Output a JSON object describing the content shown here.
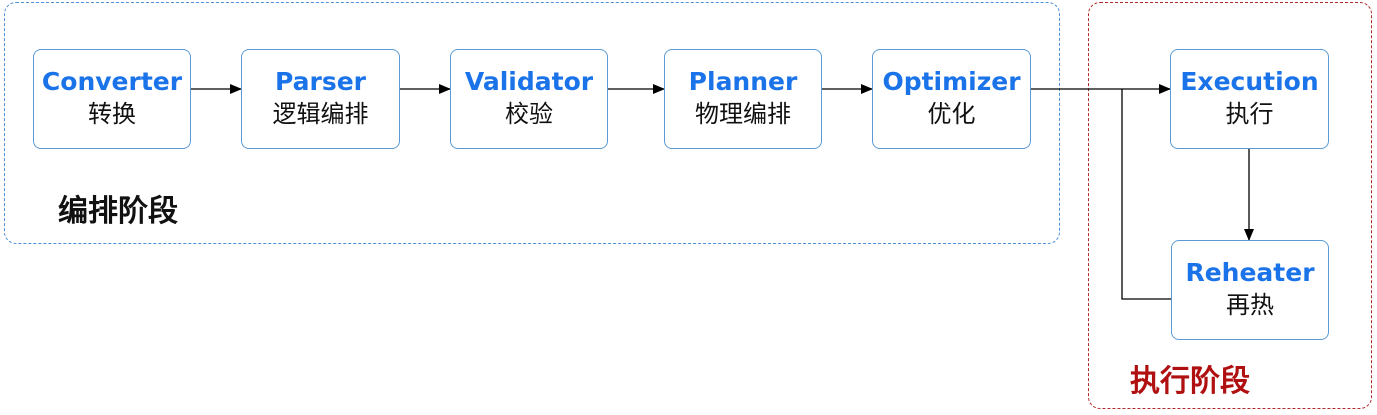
{
  "stages": {
    "orchestration": {
      "label": "编排阶段",
      "border_color": "#4e8fd8",
      "label_color": "#111111"
    },
    "execution": {
      "label": "执行阶段",
      "border_color": "#b02a2a",
      "label_color": "#b01010"
    }
  },
  "nodes": {
    "converter": {
      "title": "Converter",
      "subtitle": "转换"
    },
    "parser": {
      "title": "Parser",
      "subtitle": "逻辑编排"
    },
    "validator": {
      "title": "Validator",
      "subtitle": "校验"
    },
    "planner": {
      "title": "Planner",
      "subtitle": "物理编排"
    },
    "optimizer": {
      "title": "Optimizer",
      "subtitle": "优化"
    },
    "execution": {
      "title": "Execution",
      "subtitle": "执行"
    },
    "reheater": {
      "title": "Reheater",
      "subtitle": "再热"
    }
  },
  "edges": [
    {
      "from": "Converter",
      "to": "Parser"
    },
    {
      "from": "Parser",
      "to": "Validator"
    },
    {
      "from": "Validator",
      "to": "Planner"
    },
    {
      "from": "Planner",
      "to": "Optimizer"
    },
    {
      "from": "Optimizer",
      "to": "Execution"
    },
    {
      "from": "Execution",
      "to": "Reheater"
    },
    {
      "from": "Reheater",
      "to": "Execution"
    }
  ],
  "colors": {
    "node_title": "#1a73e8",
    "node_border": "#5b9bd5",
    "connector": "#000000"
  }
}
